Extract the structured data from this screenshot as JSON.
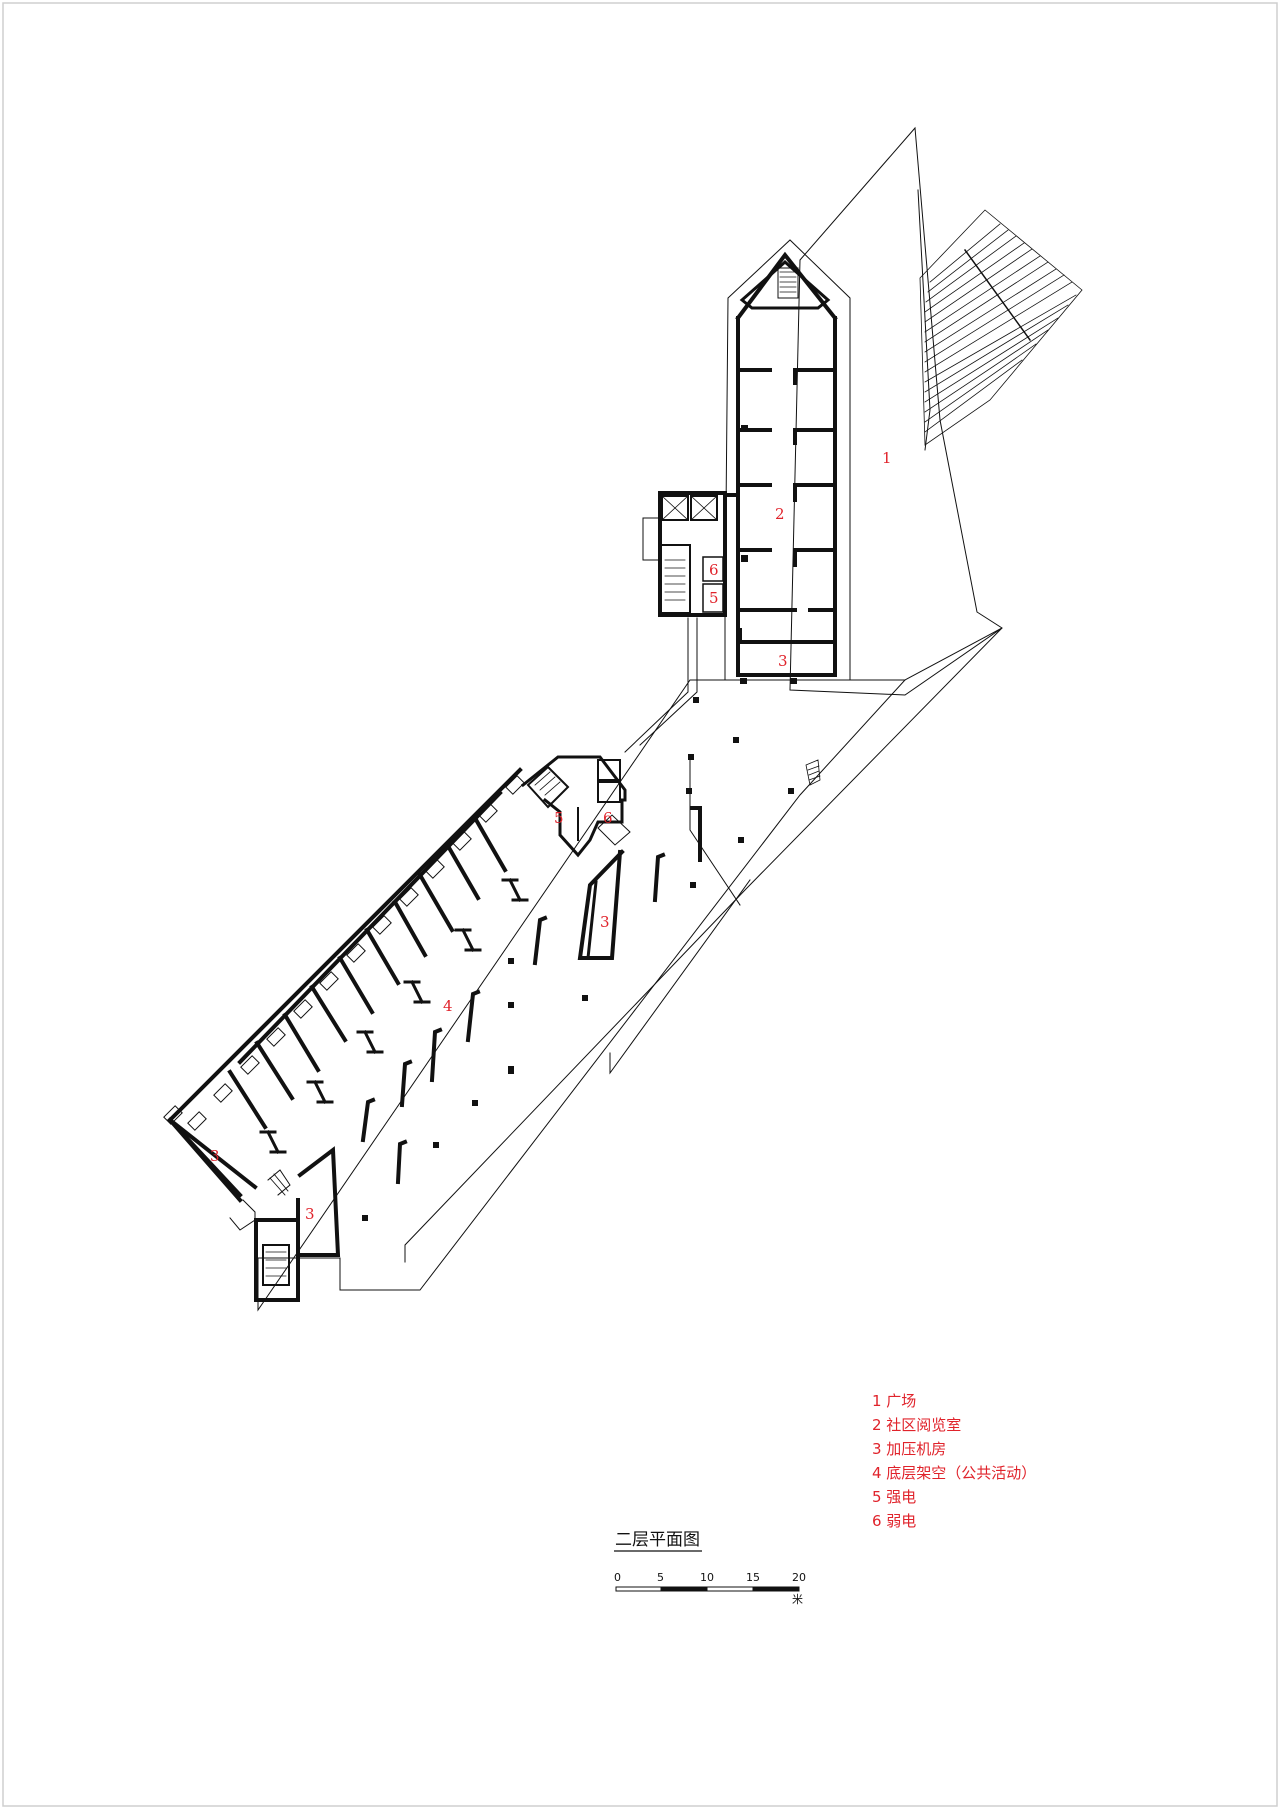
{
  "drawing": {
    "title": "二层平面图",
    "room_labels": {
      "plaza": "1",
      "reading_room": "2",
      "pump_room_north": "3",
      "pump_room_mid": "3",
      "pump_room_southwest": "3",
      "pump_room_south": "3",
      "open_ground": "4",
      "strong_power_north": "5",
      "weak_power_north": "6",
      "strong_power_mid": "5",
      "weak_power_mid": "6"
    },
    "legend": [
      {
        "text": "1 广场"
      },
      {
        "text": "2 社区阅览室"
      },
      {
        "text": "3 加压机房"
      },
      {
        "text": "4 底层架空（公共活动）"
      },
      {
        "text": "5 强电"
      },
      {
        "text": "6 弱电"
      }
    ],
    "scale_bar": {
      "ticks": [
        "0",
        "5",
        "10",
        "15",
        "20"
      ],
      "unit": "米"
    }
  },
  "colors": {
    "line": "#111111",
    "label": "#e0232b",
    "frame": "#cfcfcf"
  }
}
